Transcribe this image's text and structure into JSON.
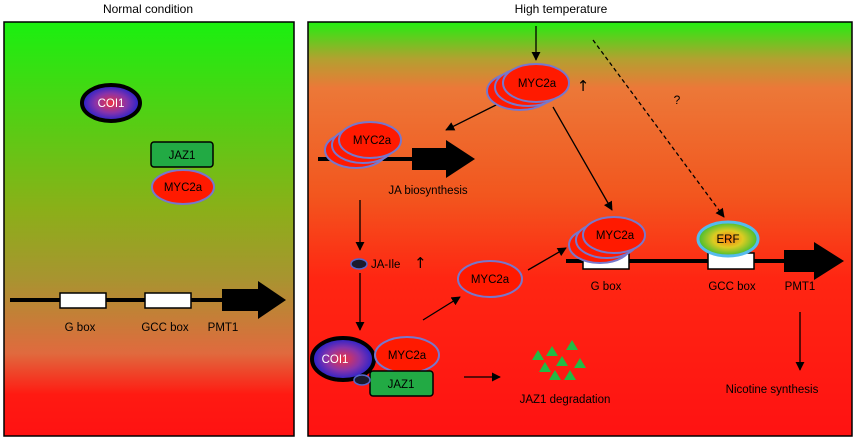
{
  "left_panel": {
    "title": "Normal condition",
    "coi1": "COI1",
    "jaz1": "JAZ1",
    "myc2a": "MYC2a",
    "gbox": "G box",
    "gccbox": "GCC box",
    "pmt1": "PMT1"
  },
  "right_panel": {
    "title": "High temperature",
    "myc2a_top": "MYC2a",
    "up_arrow": "↑",
    "question": "?",
    "myc2a_ja": "MYC2a",
    "ja_biosynthesis": "JA biosynthesis",
    "ja_ile": "JA-Ile",
    "ja_ile_arrow": "↑",
    "myc2a_mid": "MYC2a",
    "myc2a_gbox": "MYC2a",
    "erf": "ERF",
    "gbox": "G box",
    "gccbox": "GCC box",
    "pmt1": "PMT1",
    "coi1": "COI1",
    "myc2a_complex": "MYC2a",
    "jaz1": "JAZ1",
    "jaz1_degradation": "JAZ1 degradation",
    "nicotine_synthesis": "Nicotine synthesis"
  },
  "colors": {
    "green": "#22ee11",
    "red": "#ff1111",
    "orange": "#ee7733",
    "protein_red": "#ff1a00",
    "protein_outline": "#7777cc",
    "jaz_green": "#22aa44",
    "degradation_green": "#22bb44"
  }
}
